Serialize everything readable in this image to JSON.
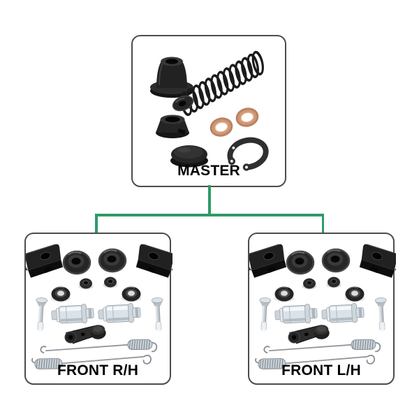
{
  "page": {
    "background_color": "#ffffff"
  },
  "diagram": {
    "connector_color": "#2f9a68",
    "box_border_color": "#4c4c4c",
    "label_color": "#000000",
    "nodes": [
      {
        "id": "master",
        "label": "MASTER"
      },
      {
        "id": "front-rh",
        "label": "FRONT R/H"
      },
      {
        "id": "front-lh",
        "label": "FRONT L/H"
      }
    ],
    "master_kit_parts": [
      "dust-boot",
      "return-spring",
      "washer-grommet",
      "piston-cup-seal",
      "copper-washer",
      "copper-washer",
      "end-cap",
      "snap-ring"
    ],
    "front_kit_parts": [
      "retainer-clip",
      "retainer-clip",
      "wheel-cylinder-boot",
      "wheel-cylinder-boot",
      "small-seal",
      "small-seal",
      "cup-seal",
      "cup-seal",
      "clevis-pin",
      "clevis-pin",
      "piston-assembly",
      "piston-assembly",
      "adjuster-lever",
      "return-spring-upper",
      "return-spring-lower"
    ],
    "part_colors": {
      "rubber_black": "#262626",
      "zinc_silver": "#dbe2e8",
      "copper": "#c98d6f"
    }
  }
}
